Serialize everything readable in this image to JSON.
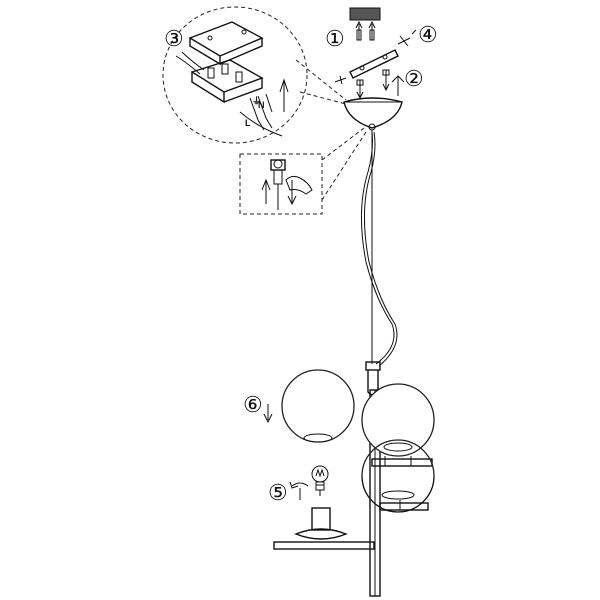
{
  "steps": [
    {
      "label": "①"
    },
    {
      "label": "②"
    },
    {
      "label": "③"
    },
    {
      "label": "④"
    },
    {
      "label": "⑤"
    },
    {
      "label": "⑥"
    }
  ],
  "wires": {
    "live": "L",
    "neutral": "N",
    "earth": "⏚"
  }
}
